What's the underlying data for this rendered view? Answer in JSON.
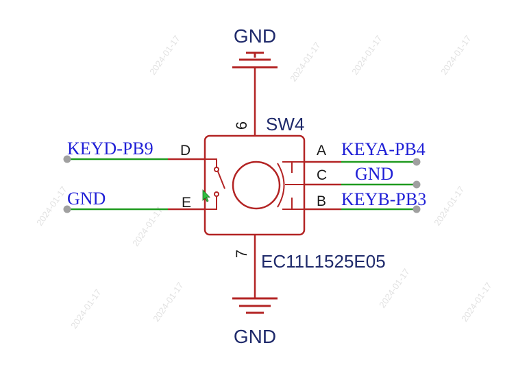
{
  "component": {
    "designator": "SW4",
    "part_number": "EC11L1525E05"
  },
  "pins": {
    "top": "6",
    "bottom": "7",
    "a": "A",
    "b": "B",
    "c": "C",
    "d": "D",
    "e": "E"
  },
  "power": {
    "top_label": "GND",
    "bottom_label": "GND"
  },
  "nets": {
    "d": "KEYD-PB9",
    "e": "GND",
    "a": "KEYA-PB4",
    "c": "GND",
    "b": "KEYB-PB3"
  },
  "colors": {
    "body": "#b32424",
    "wire": "#1f9a1f",
    "net_label": "#1f1fd6",
    "text": "#1f2a6b",
    "endpoint": "#a0a0a0",
    "watermark": "#d8d8d8"
  }
}
